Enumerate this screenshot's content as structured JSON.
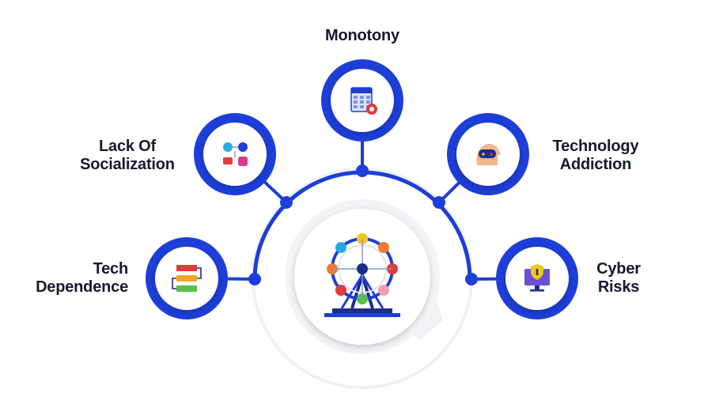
{
  "colors": {
    "ring": "#1d3ed8",
    "arc": "#1d3ed8",
    "text": "#141a2e",
    "shadow": "#eef0f4"
  },
  "center": {
    "icon": "ferris-wheel-icon"
  },
  "nodes": [
    {
      "id": "tech-dependence",
      "lines": [
        "Tech",
        "Dependence"
      ],
      "icon": "flowchart-icon"
    },
    {
      "id": "lack-of-socialization",
      "lines": [
        "Lack Of",
        "Socialization"
      ],
      "icon": "social-media-icon"
    },
    {
      "id": "monotony",
      "lines": [
        "Monotony"
      ],
      "icon": "bingo-card-icon"
    },
    {
      "id": "technology-addiction",
      "lines": [
        "Technology",
        "Addiction"
      ],
      "icon": "gamepad-head-icon"
    },
    {
      "id": "cyber-risks",
      "lines": [
        "Cyber",
        "Risks"
      ],
      "icon": "monitor-shield-icon"
    }
  ]
}
